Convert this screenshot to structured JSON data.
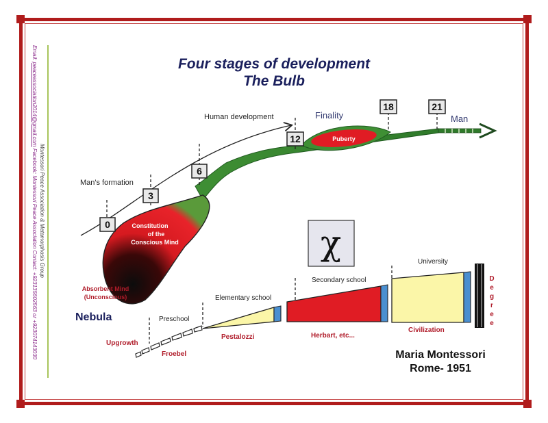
{
  "title": "Four stages of development",
  "subtitle": "The Bulb",
  "side_text": {
    "email_prefix": "Email: ",
    "email": "peaceassociation2014@gmail.com",
    "email_rest": " Facebook: Montessori Peace Association Contact: +923135602563 or +923074143030",
    "group": "Montessori Peace Association & Metamorphosis Group"
  },
  "arrow_labels": {
    "human_development": "Human development",
    "finality": "Finality",
    "mans_formation": "Man's formation",
    "man": "Man"
  },
  "ages": [
    "0",
    "3",
    "6",
    "12",
    "18",
    "21"
  ],
  "bulb_labels": {
    "constitution": [
      "Constitution",
      "of the",
      "Conscious Mind"
    ],
    "absorbent": [
      "Absorbent Mind",
      "(Unconscious)"
    ],
    "puberty": "Puberty",
    "nebula": "Nebula"
  },
  "symbol": "χ",
  "schools": {
    "preschool": "Preschool",
    "elementary": "Elementary school",
    "secondary": "Secondary school",
    "university": "University",
    "degree": [
      "D",
      "e",
      "g",
      "r",
      "e",
      "e"
    ]
  },
  "influences": {
    "upgrowth": "Upgrowth",
    "froebel": "Froebel",
    "pestalozzi": "Pestalozzi",
    "herbart": "Herbart, etc...",
    "civilization": "Civilization"
  },
  "credit": {
    "author": "Maria Montessori",
    "place": "Rome- 1951"
  },
  "colors": {
    "frame": "#b01c1c",
    "title": "#1a1f5c",
    "bulb_red": "#e01c24",
    "stem_green": "#4a9a3a",
    "label_red": "#b01c2a",
    "yellow": "#fbf6a8",
    "blue": "#4a8fd0"
  }
}
